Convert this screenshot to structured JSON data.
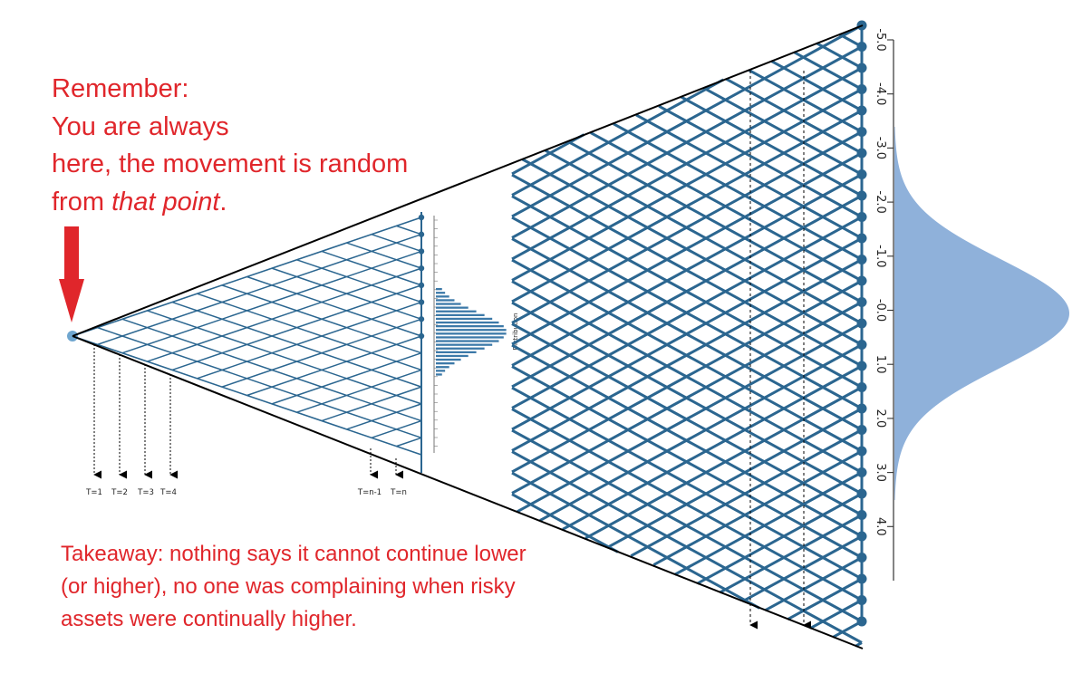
{
  "remember_note": {
    "line1": "Remember:",
    "line2": "You are always",
    "line3": "here, the movement is random",
    "line4_prefix": "from ",
    "line4_emphasis": "that point",
    "line4_suffix": "."
  },
  "takeaway_note": {
    "line1": "Takeaway: nothing says it cannot continue lower",
    "line2": "(or higher), no one was complaining when risky",
    "line3": "assets were continually higher."
  },
  "time_labels": [
    "T=1",
    "T=2",
    "T=3",
    "T=4",
    "T=n-1",
    "T=n"
  ],
  "axis_ticks": [
    "-5.0",
    "-4.0",
    "-3.0",
    "-2.0",
    "-1.0",
    "-0.0",
    "1.0",
    "2.0",
    "3.0",
    "4.0"
  ],
  "small_distribution_label": "Distribution",
  "colors": {
    "annotation_red": "#e0262b",
    "lattice_blue": "#2b6690",
    "distribution_fill": "#8fb1da",
    "origin_dot": "#6fa6cf"
  },
  "icons": [
    "red-down-arrow-icon",
    "dashed-down-arrow-icon"
  ]
}
